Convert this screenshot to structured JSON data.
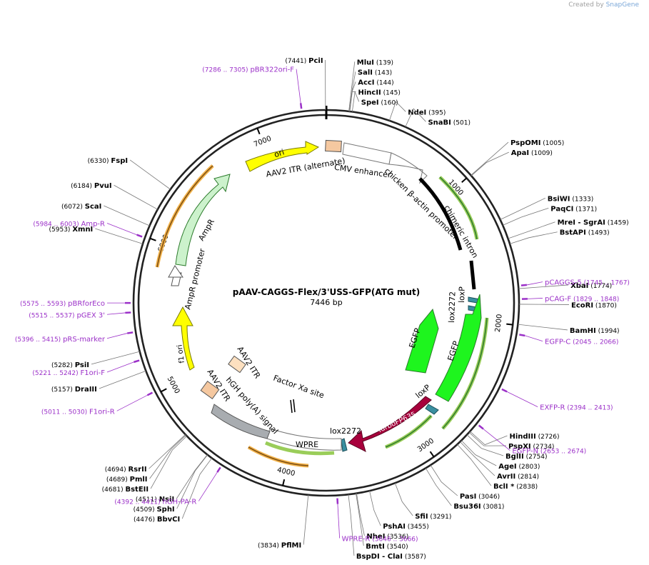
{
  "credit": {
    "created_by": "Created by",
    "brand": "SnapGene"
  },
  "plasmid": {
    "name": "pAAV-CAGGS-Flex/3'USS-GFP(ATG mut)",
    "size": "7446 bp",
    "length": 7446
  },
  "colors": {
    "primer": "#9b30c8",
    "site": "#000000",
    "feature_green_border": "#9acd59",
    "ori": "#ffff00",
    "amp": "#ccf2cc",
    "egfp": "#1ef51e",
    "turbo": "#a8003c",
    "lox": "#3a8fa0",
    "itr": "#f5c8a0",
    "wpre_box": "#a8acb0"
  },
  "ticks": [
    {
      "bp": 1000,
      "label": "1000"
    },
    {
      "bp": 2000,
      "label": "2000"
    },
    {
      "bp": 3000,
      "label": "3000"
    },
    {
      "bp": 4000,
      "label": "4000"
    },
    {
      "bp": 5000,
      "label": "5000"
    },
    {
      "bp": 6000,
      "label": "6000"
    },
    {
      "bp": 7000,
      "label": "7000"
    }
  ],
  "sites": [
    {
      "name": "PciI",
      "pos": "(7441)",
      "bp": 7441
    },
    {
      "name": "MluI",
      "pos": "(139)",
      "bp": 139
    },
    {
      "name": "SalI",
      "pos": "(143)",
      "bp": 143
    },
    {
      "name": "AccI",
      "pos": "(144)",
      "bp": 144
    },
    {
      "name": "HincII",
      "pos": "(145)",
      "bp": 145
    },
    {
      "name": "SpeI",
      "pos": "(160)",
      "bp": 160
    },
    {
      "name": "NdeI",
      "pos": "(395)",
      "bp": 395
    },
    {
      "name": "SnaBI",
      "pos": "(501)",
      "bp": 501
    },
    {
      "name": "PspOMI",
      "pos": "(1005)",
      "bp": 1005
    },
    {
      "name": "ApaI",
      "pos": "(1009)",
      "bp": 1009
    },
    {
      "name": "BsiWI",
      "pos": "(1333)",
      "bp": 1333
    },
    {
      "name": "PaqCI",
      "pos": "(1371)",
      "bp": 1371
    },
    {
      "name": "MreI - SgrAI",
      "pos": "(1459)",
      "bp": 1459
    },
    {
      "name": "BstAPI",
      "pos": "(1493)",
      "bp": 1493
    },
    {
      "name": "XbaI",
      "pos": "(1774)",
      "bp": 1774
    },
    {
      "name": "EcoRI",
      "pos": "(1870)",
      "bp": 1870
    },
    {
      "name": "BamHI",
      "pos": "(1994)",
      "bp": 1994
    },
    {
      "name": "HindIII",
      "pos": "(2726)",
      "bp": 2726
    },
    {
      "name": "PspXI",
      "pos": "(2734)",
      "bp": 2734
    },
    {
      "name": "BglII",
      "pos": "(2754)",
      "bp": 2754
    },
    {
      "name": "AgeI",
      "pos": "(2803)",
      "bp": 2803
    },
    {
      "name": "AvrII",
      "pos": "(2814)",
      "bp": 2814
    },
    {
      "name": "BclI *",
      "pos": "(2838)",
      "bp": 2838
    },
    {
      "name": "PasI",
      "pos": "(3046)",
      "bp": 3046
    },
    {
      "name": "Bsu36I",
      "pos": "(3081)",
      "bp": 3081
    },
    {
      "name": "SfiI",
      "pos": "(3291)",
      "bp": 3291
    },
    {
      "name": "PshAI",
      "pos": "(3455)",
      "bp": 3455
    },
    {
      "name": "NheI",
      "pos": "(3536)",
      "bp": 3536
    },
    {
      "name": "BmtI",
      "pos": "(3540)",
      "bp": 3540
    },
    {
      "name": "BspDI - ClaI",
      "pos": "(3587)",
      "bp": 3587
    },
    {
      "name": "PflMI",
      "pos": "(3834)",
      "bp": 3834
    },
    {
      "name": "BbvCI",
      "pos": "(4476)",
      "bp": 4476
    },
    {
      "name": "SphI",
      "pos": "(4509)",
      "bp": 4509
    },
    {
      "name": "NsiI",
      "pos": "(4511)",
      "bp": 4511
    },
    {
      "name": "BstEII",
      "pos": "(4681)",
      "bp": 4681
    },
    {
      "name": "PmlI",
      "pos": "(4689)",
      "bp": 4689
    },
    {
      "name": "RsrII",
      "pos": "(4694)",
      "bp": 4694
    },
    {
      "name": "DraIII",
      "pos": "(5157)",
      "bp": 5157
    },
    {
      "name": "PsiI",
      "pos": "(5282)",
      "bp": 5282
    },
    {
      "name": "XmnI",
      "pos": "(5953)",
      "bp": 5953
    },
    {
      "name": "ScaI",
      "pos": "(6072)",
      "bp": 6072
    },
    {
      "name": "PvuI",
      "pos": "(6184)",
      "bp": 6184
    },
    {
      "name": "FspI",
      "pos": "(6330)",
      "bp": 6330
    }
  ],
  "primers": [
    {
      "name": "pBR322ori-F",
      "pos": "(7286 .. 7305)",
      "bp": 7295
    },
    {
      "name": "pCAGGS-5",
      "pos": "(1745 .. 1767)",
      "bp": 1756
    },
    {
      "name": "pCAG-F",
      "pos": "(1829 .. 1848)",
      "bp": 1838
    },
    {
      "name": "EGFP-C",
      "pos": "(2045 .. 2066)",
      "bp": 2055
    },
    {
      "name": "EXFP-R",
      "pos": "(2394 .. 2413)",
      "bp": 2403
    },
    {
      "name": "EGFP-N",
      "pos": "(2653 .. 2674)",
      "bp": 2663
    },
    {
      "name": "WPRE-R",
      "pos": "(3646 .. 3666)",
      "bp": 3656
    },
    {
      "name": "hGH-PA-R",
      "pos": "(4392 .. 4411)",
      "bp": 4401
    },
    {
      "name": "F1ori-R",
      "pos": "(5011 .. 5030)",
      "bp": 5020
    },
    {
      "name": "F1ori-F",
      "pos": "(5221 .. 5242)",
      "bp": 5231
    },
    {
      "name": "pRS-marker",
      "pos": "(5396 .. 5415)",
      "bp": 5405
    },
    {
      "name": "pGEX 3'",
      "pos": "(5515 .. 5537)",
      "bp": 5526
    },
    {
      "name": "pBRforEco",
      "pos": "(5575 .. 5593)",
      "bp": 5584
    },
    {
      "name": "Amp-R",
      "pos": "(5984 .. 6003)",
      "bp": 5993
    }
  ],
  "features": [
    {
      "name": "ori",
      "start": 6990,
      "end": 7410,
      "color": "#ffff00",
      "dir": 1
    },
    {
      "name": "AmpR",
      "start": 5990,
      "end": 6870,
      "color": "#ccf2cc",
      "dir": 1
    },
    {
      "name": "AmpR promoter",
      "start": 5880,
      "end": 5985,
      "color": "#ffffff",
      "dir": 1
    },
    {
      "name": "f1 ori",
      "start": 4980,
      "end": 5420,
      "color": "#ffff00",
      "dir": -1
    },
    {
      "name": "EGFP",
      "start": 2150,
      "end": 2860,
      "color": "#1ef51e",
      "dir": -1
    },
    {
      "name": "EGFP",
      "start": 2230,
      "end": 2840,
      "color": "#1ef51e",
      "dir": 1
    },
    {
      "name": "TurboFP635",
      "start": 2910,
      "end": 3450,
      "color": "#a8003c",
      "dir": -1
    },
    {
      "name": "CMV enhancer",
      "start": 120,
      "end": 400,
      "color": "#ffffff",
      "dir": 1
    },
    {
      "name": "chicken β-actin promoter",
      "start": 400,
      "end": 680,
      "color": "#ffffff",
      "dir": 1
    }
  ],
  "labels": {
    "itr_alt": "AAV2 ITR (alternate)",
    "cmv": "CMV enhancer",
    "cba": "chicken β-actin promoter",
    "intron": "chimeric intron",
    "ampr": "AmpR",
    "ampr_promoter": "AmpR promoter",
    "ori": "ori",
    "f1ori": "f1 ori",
    "itr1": "AAV2 ITR",
    "itr2": "AAV2 ITR",
    "hgh": "hGH poly(A) signal",
    "factorxa": "Factor Xa site",
    "wpre": "WPRE",
    "lox2272_a": "lox2272",
    "loxp_a": "loxP",
    "lox2272_b": "lox2272",
    "loxp_b": "loxP",
    "egfp_a": "EGFP",
    "egfp_b": "EGFP",
    "turbo": "TurboFP635"
  }
}
